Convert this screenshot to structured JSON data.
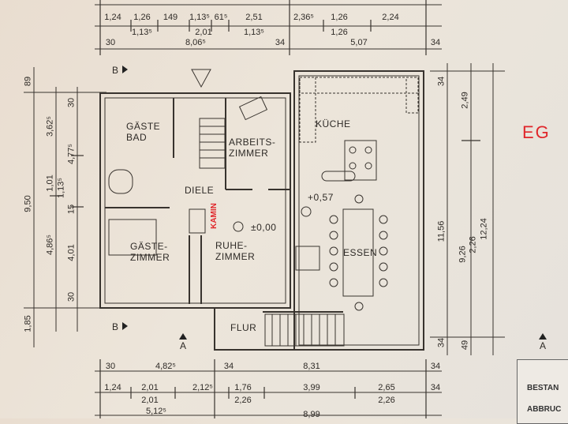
{
  "plan": {
    "level_label": "EG",
    "rooms": {
      "gaeste_bad": [
        "GÄSTE",
        "BAD"
      ],
      "arbeitszimmer": [
        "ARBEITS-",
        "ZIMMER"
      ],
      "kueche": "KÜCHE",
      "diele": "DIELE",
      "kamin": "KAMIN",
      "ruhezimmer": [
        "RUHE-",
        "ZIMMER"
      ],
      "gaestezimmer": [
        "GÄSTE-",
        "ZIMMER"
      ],
      "essen": "ESSEN",
      "flur": "FLUR"
    },
    "levels": {
      "main": "±0,00",
      "kitchen": "+0,57"
    },
    "section_markers": [
      "B",
      "B",
      "A",
      "A"
    ]
  },
  "dimensions": {
    "top_row1": [
      "1,24",
      "1,26",
      "149",
      "1,13⁵",
      "61⁵",
      "2,51",
      "2,36⁵",
      "1,26",
      "2,24"
    ],
    "top_row1_sub": [
      "1,13⁵",
      "2,01",
      "1,13⁵",
      "1,26"
    ],
    "top_row2": [
      "30",
      "8,06⁵",
      "34",
      "5,07",
      "34"
    ],
    "bottom_row1": [
      "30",
      "4,82⁵",
      "34",
      "8,31",
      "34"
    ],
    "bottom_row2": [
      "1,24",
      "2,01",
      "2,12⁵",
      "1,76",
      "3,99",
      "2,65",
      "34"
    ],
    "bottom_row2_sub": [
      "2,01",
      "2,26",
      "2,26"
    ],
    "bottom_row3": [
      "5,12⁵",
      "8,99"
    ],
    "left_outer": [
      "89",
      "9,50",
      "1,85"
    ],
    "left_middle": [
      "3,62⁵",
      "1,01",
      "4,86⁵"
    ],
    "left_inner": [
      "30",
      "4,77⁵",
      "1,13⁵",
      "15",
      "4,01",
      "30"
    ],
    "right_inner": [
      "34",
      "11,56",
      "34"
    ],
    "right_middle": [
      "2,49",
      "9,26",
      "49"
    ],
    "right_outer": [
      "2,26",
      "12,24"
    ]
  },
  "title_block": [
    "BESTAN",
    "ABBRUC"
  ]
}
